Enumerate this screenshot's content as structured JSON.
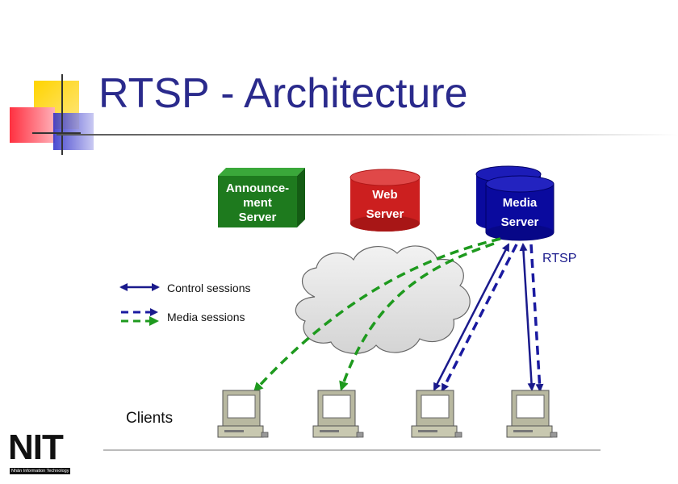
{
  "slide": {
    "title": "RTSP - Architecture"
  },
  "servers": {
    "announcement": [
      "Announce-",
      "ment",
      "Server"
    ],
    "web": [
      "Web",
      "Server"
    ],
    "media": [
      "Media",
      "Server"
    ]
  },
  "labels": {
    "rtsp": "RTSP",
    "clients": "Clients"
  },
  "legend": {
    "control": "Control sessions",
    "media": "Media sessions"
  },
  "logo": {
    "text": "NIT",
    "subtitle": "Nhân Information Technology"
  },
  "colors": {
    "title": "#2a2a8c",
    "announcement_server": "#1e7a1e",
    "web_server": "#cc1f1f",
    "media_server": "#0a0a9e",
    "control_arrow": "#1a1a8c",
    "media_arrow_green": "#1e9a1e",
    "media_arrow_blue": "#1a1aa0"
  }
}
